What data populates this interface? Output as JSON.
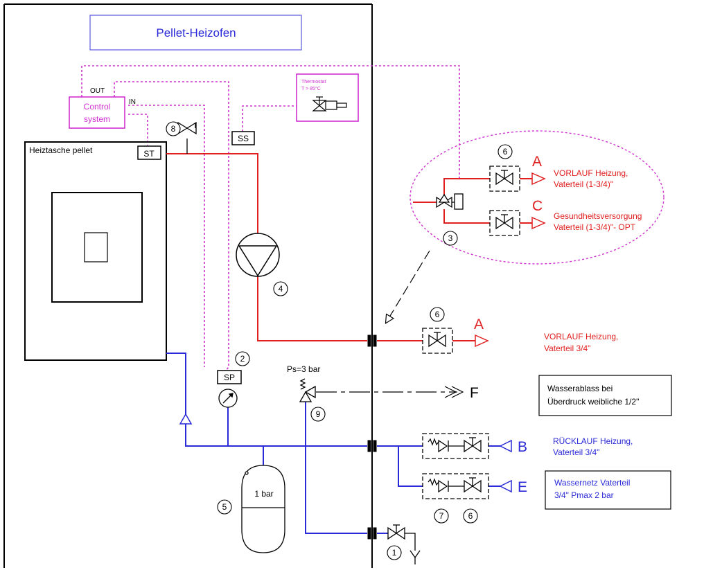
{
  "colors": {
    "flow": "#e02020",
    "return": "#2a2ad8",
    "control": "#d030d0",
    "frame": "#000000",
    "title_box": "#5a5ae0"
  },
  "title": "Pellet-Heizofen",
  "control": {
    "label_1": "Control",
    "label_2": "system",
    "out": "OUT",
    "in": "IN"
  },
  "thermostat": {
    "line_1": "Thermostat",
    "line_2": "T > 85°C"
  },
  "boiler_label": "Heiztasche pellet",
  "sensors": {
    "st": "ST",
    "ss": "SS",
    "sp": "SP"
  },
  "numbers": {
    "n1": "1",
    "n2": "2",
    "n3": "3",
    "n4": "4",
    "n5": "5",
    "n6a": "6",
    "n6b": "6",
    "n6c": "6",
    "n7": "7",
    "n8": "8",
    "n9": "9"
  },
  "relief": {
    "ps": "Ps=3 bar"
  },
  "vessel": {
    "pressure": "1 bar"
  },
  "letters": {
    "a1": "A",
    "a2": "A",
    "b": "B",
    "c": "C",
    "e": "E",
    "f": "F"
  },
  "connections": {
    "a_detail_1": "VORLAUF Heizung,",
    "a_detail_2": "Vaterteil (1-3/4)\"",
    "c_1": "Gesundheitsversorgung",
    "c_2": "Vaterteil (1-3/4)\"- OPT",
    "a_1": "VORLAUF Heizung,",
    "a_2": "Vaterteil 3/4\"",
    "f_1": "Wasserablass bei",
    "f_2": "Überdruck weibliche 1/2\"",
    "b_1": "RÜCKLAUF Heizung,",
    "b_2": "Vaterteil 3/4\"",
    "e_1": "Wassernetz  Vaterteil",
    "e_2": "3/4\" Pmax 2 bar"
  }
}
